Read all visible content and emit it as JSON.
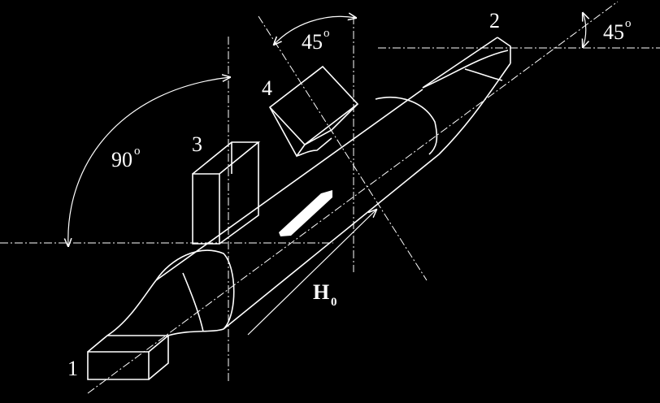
{
  "labels": {
    "port1": "1",
    "port2": "2",
    "port3": "3",
    "port4": "4",
    "angle_90": "90",
    "angle_45_top": "45",
    "angle_45_right": "45",
    "field_main": "H",
    "field_sub": "0",
    "degree": "o"
  },
  "colors": {
    "background": "#000000",
    "stroke": "#ffffff"
  }
}
